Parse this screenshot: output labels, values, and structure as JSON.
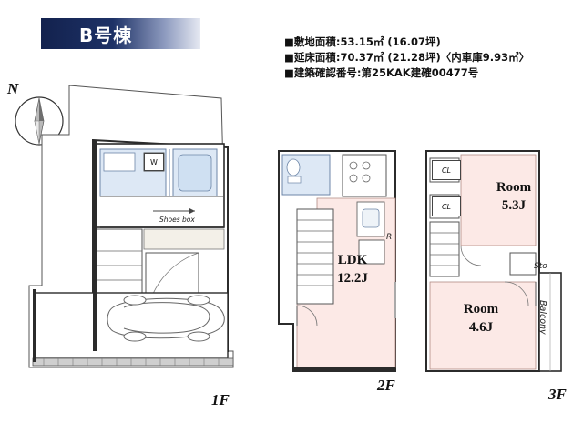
{
  "title": {
    "banner_text": "B号棟"
  },
  "specs": [
    {
      "bullet": "■",
      "text": "敷地面積:53.15㎡ (16.07坪)"
    },
    {
      "bullet": "■",
      "text": "延床面積:70.37㎡ (21.28坪)〈内車庫9.93㎡〉"
    },
    {
      "bullet": "■",
      "text": "建築確認番号:第25KAK建確00477号"
    }
  ],
  "compass": {
    "label": "N"
  },
  "floors": {
    "f1": {
      "label": "1F"
    },
    "f2": {
      "label": "2F"
    },
    "f3": {
      "label": "3F"
    }
  },
  "f1_labels": {
    "washer": "W",
    "shoes_box": "Shoes box"
  },
  "f2_labels": {
    "ldk_name": "LDK",
    "ldk_size": "12.2J",
    "refrigerator": "R"
  },
  "f3_labels": {
    "closet1": "CL",
    "closet2": "CL",
    "storage": "Sto",
    "balcony": "Balcony",
    "room1_name": "Room",
    "room1_size": "5.3J",
    "room2_name": "Room",
    "room2_size": "4.6J"
  },
  "colors": {
    "banner_dark": "#13224e",
    "room_pink": "#fce9e6",
    "room_blue": "#dde8f5",
    "wall": "#2b2b2b"
  }
}
